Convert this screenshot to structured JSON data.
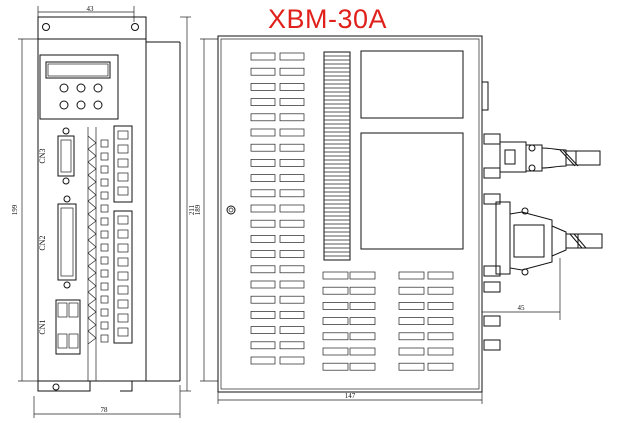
{
  "title": "XBM-30A",
  "colors": {
    "title": "#e0201b",
    "line": "#111111"
  },
  "front_view": {
    "dim_top": "43",
    "dim_height_inner": "199",
    "dim_height_outer": "211",
    "dim_width": "78",
    "connectors": [
      "CN3",
      "CN2",
      "CN1"
    ]
  },
  "side_view": {
    "dim_height": "189",
    "dim_width": "147",
    "dim_cable": "45"
  }
}
